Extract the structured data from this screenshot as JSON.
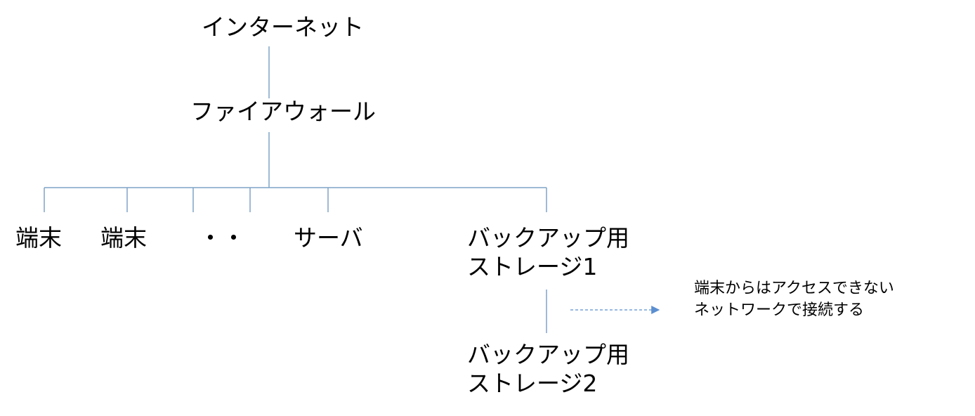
{
  "nodes": {
    "internet": "インターネット",
    "firewall": "ファイアウォール",
    "terminal_1": "端末",
    "terminal_2": "端末",
    "ellipsis": "・・",
    "server": "サーバ",
    "backup_storage_1": {
      "line1": "バックアップ用",
      "line2": "ストレージ1"
    },
    "backup_storage_2": {
      "line1": "バックアップ用",
      "line2": "ストレージ2"
    }
  },
  "annotation": {
    "line1": "端末からはアクセスできない",
    "line2": "ネットワークで接続する"
  },
  "colors": {
    "connector": "#7fa3c7",
    "arrow": "#5b8fd0",
    "text": "#000000"
  }
}
